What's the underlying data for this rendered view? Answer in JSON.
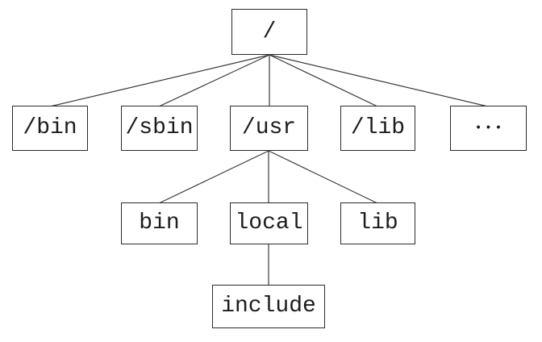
{
  "diagram": {
    "nodes": {
      "root": {
        "label": "/"
      },
      "bin_top": {
        "label": "/bin"
      },
      "sbin": {
        "label": "/sbin"
      },
      "usr": {
        "label": "/usr"
      },
      "lib_top": {
        "label": "/lib"
      },
      "ellipsis": {
        "label": "•••"
      },
      "usr_bin": {
        "label": "bin"
      },
      "usr_local": {
        "label": "local"
      },
      "usr_lib": {
        "label": "lib"
      },
      "include": {
        "label": "include"
      }
    },
    "edges": [
      {
        "from": "root",
        "to": "bin_top"
      },
      {
        "from": "root",
        "to": "sbin"
      },
      {
        "from": "root",
        "to": "usr"
      },
      {
        "from": "root",
        "to": "lib_top"
      },
      {
        "from": "root",
        "to": "ellipsis"
      },
      {
        "from": "usr",
        "to": "usr_bin"
      },
      {
        "from": "usr",
        "to": "usr_local"
      },
      {
        "from": "usr",
        "to": "usr_lib"
      },
      {
        "from": "usr_local",
        "to": "include"
      }
    ],
    "colors": {
      "background": "#ffffff",
      "border": "#2b2b2b",
      "line": "#3a3a3a",
      "text": "#1c1c1c"
    }
  }
}
